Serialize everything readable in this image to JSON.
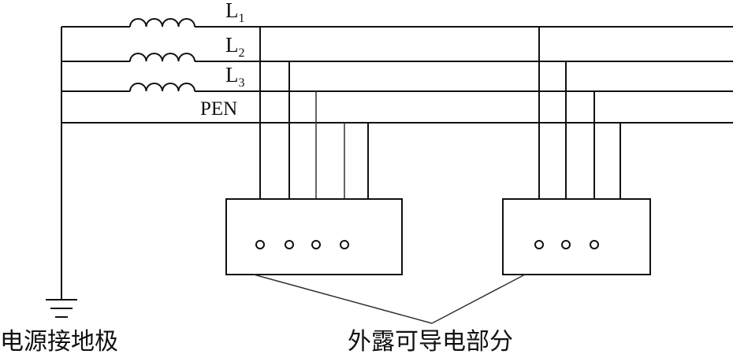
{
  "lines": {
    "l1": {
      "base": "L",
      "sub": "1"
    },
    "l2": {
      "base": "L",
      "sub": "2"
    },
    "l3": {
      "base": "L",
      "sub": "3"
    },
    "pen": "PEN"
  },
  "labels": {
    "source_ground": "电源接地极",
    "exposed_parts": "外露可导电部分"
  },
  "colors": {
    "line": "#111111",
    "background": "#ffffff"
  }
}
